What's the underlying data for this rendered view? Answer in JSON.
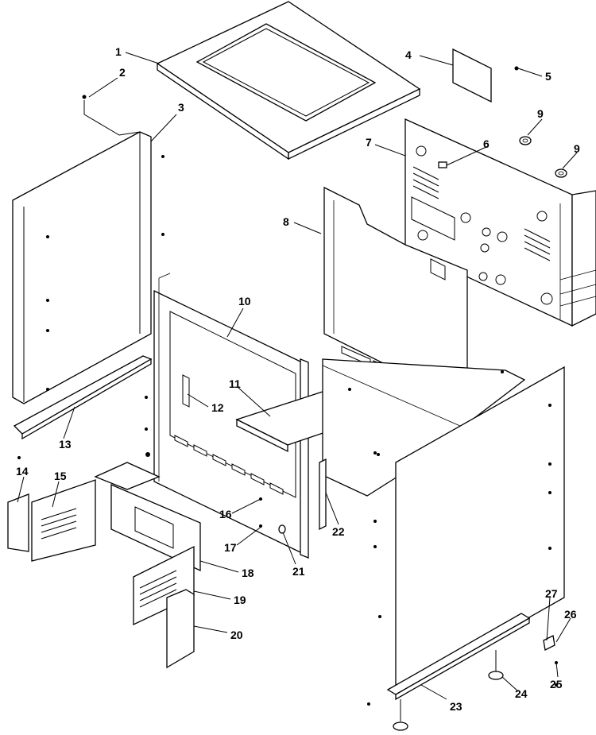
{
  "diagram": {
    "callouts": [
      "1",
      "2",
      "3",
      "4",
      "5",
      "6",
      "7",
      "8",
      "9",
      "9",
      "10",
      "11",
      "12",
      "13",
      "14",
      "15",
      "16",
      "17",
      "18",
      "19",
      "20",
      "21",
      "22",
      "23",
      "24",
      "25",
      "26",
      "27"
    ]
  }
}
